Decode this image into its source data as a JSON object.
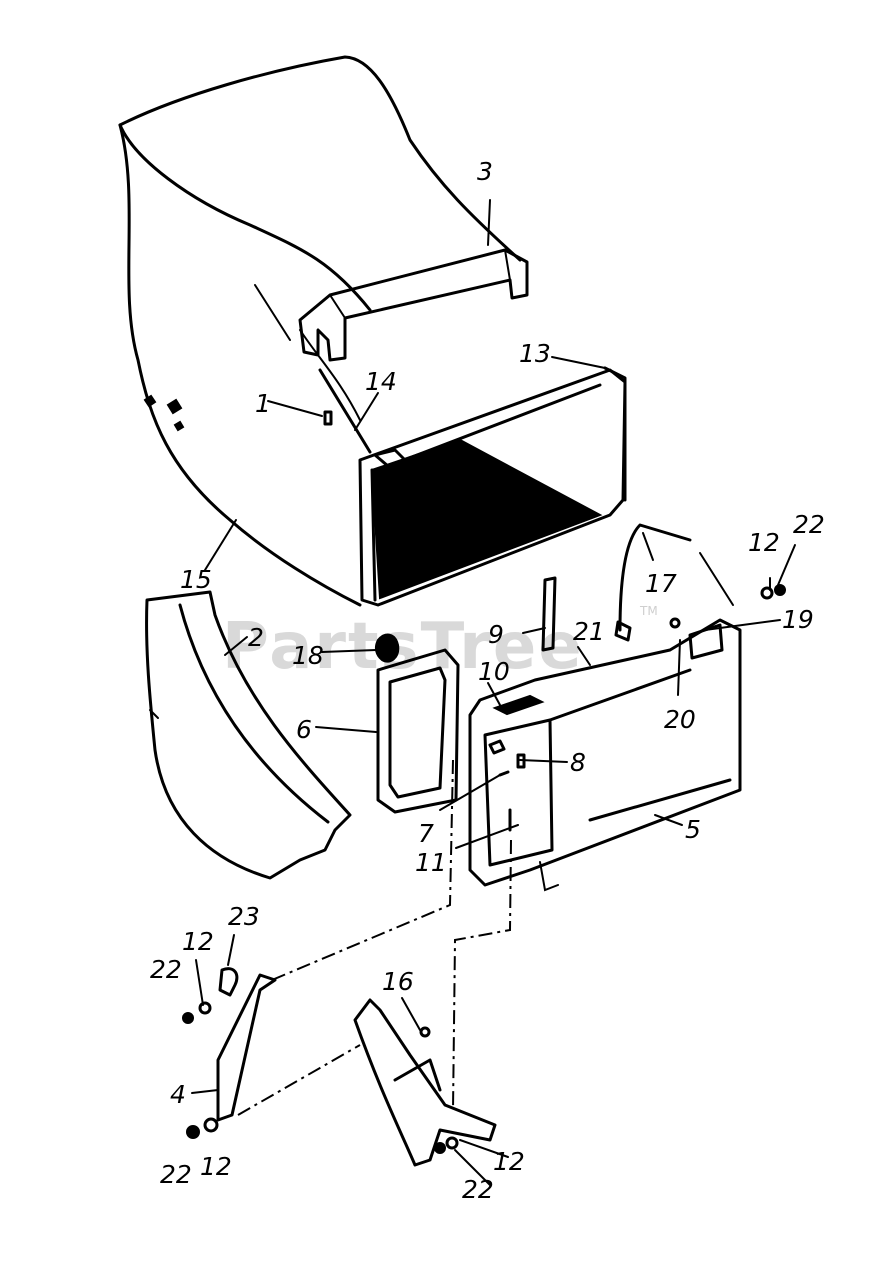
{
  "watermark": {
    "text": "PartsTree",
    "trademark": "TM"
  },
  "callouts": [
    {
      "id": "c3",
      "text": "3"
    },
    {
      "id": "c13",
      "text": "13"
    },
    {
      "id": "c14",
      "text": "14"
    },
    {
      "id": "c1",
      "text": "1"
    },
    {
      "id": "c15",
      "text": "15"
    },
    {
      "id": "c2",
      "text": "2"
    },
    {
      "id": "c18",
      "text": "18"
    },
    {
      "id": "c6",
      "text": "6"
    },
    {
      "id": "c9",
      "text": "9"
    },
    {
      "id": "c21",
      "text": "21"
    },
    {
      "id": "c10",
      "text": "10"
    },
    {
      "id": "c17",
      "text": "17"
    },
    {
      "id": "c12a",
      "text": "12"
    },
    {
      "id": "c22a",
      "text": "22"
    },
    {
      "id": "c19",
      "text": "19"
    },
    {
      "id": "c20",
      "text": "20"
    },
    {
      "id": "c8",
      "text": "8"
    },
    {
      "id": "c7",
      "text": "7"
    },
    {
      "id": "c11",
      "text": "11"
    },
    {
      "id": "c5",
      "text": "5"
    },
    {
      "id": "c23",
      "text": "23"
    },
    {
      "id": "c12b",
      "text": "12"
    },
    {
      "id": "c22b",
      "text": "22"
    },
    {
      "id": "c16",
      "text": "16"
    },
    {
      "id": "c4",
      "text": "4"
    },
    {
      "id": "c22c",
      "text": "22"
    },
    {
      "id": "c12c",
      "text": "12"
    },
    {
      "id": "c12d",
      "text": "12"
    },
    {
      "id": "c22d",
      "text": "22"
    }
  ]
}
